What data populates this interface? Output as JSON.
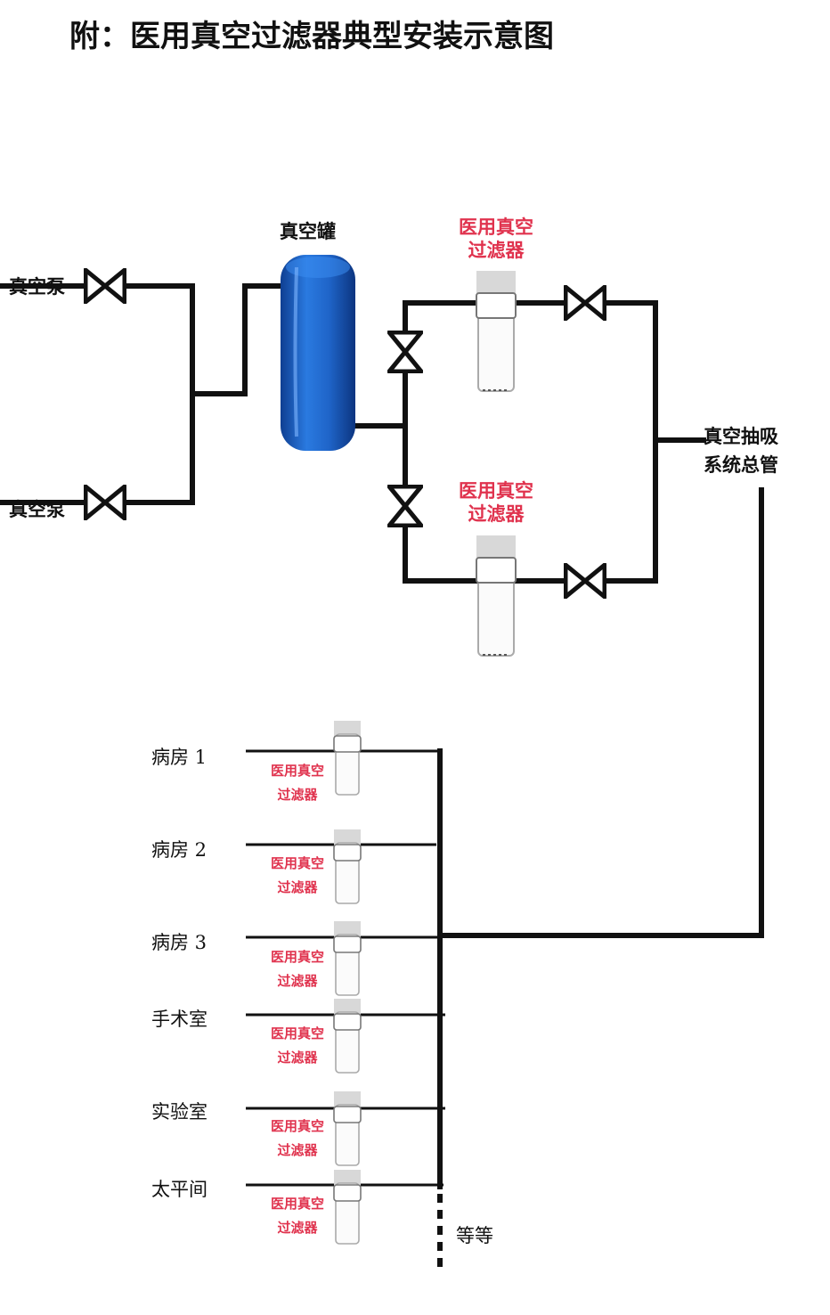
{
  "title": "附：医用真空过滤器典型安装示意图",
  "labels": {
    "pump_top": "真空泵",
    "pump_bottom": "真空泵",
    "tank": "真空罐",
    "header_pipe_line1": "真空抽吸",
    "header_pipe_line2": "系统总管",
    "etc": "等等"
  },
  "filter_label": {
    "line1": "医用真空",
    "line2": "过滤器"
  },
  "main_filters": [
    {
      "line1": "医用真空",
      "line2": "过滤器"
    },
    {
      "line1": "医用真空",
      "line2": "过滤器"
    }
  ],
  "branches": [
    {
      "room": "病房 1",
      "filter_line1": "医用真空",
      "filter_line2": "过滤器"
    },
    {
      "room": "病房 2",
      "filter_line1": "医用真空",
      "filter_line2": "过滤器"
    },
    {
      "room": "病房 3",
      "filter_line1": "医用真空",
      "filter_line2": "过滤器"
    },
    {
      "room": "手术室",
      "filter_line1": "医用真空",
      "filter_line2": "过滤器"
    },
    {
      "room": "实验室",
      "filter_line1": "医用真空",
      "filter_line2": "过滤器"
    },
    {
      "room": "太平间",
      "filter_line1": "医用真空",
      "filter_line2": "过滤器"
    }
  ],
  "colors": {
    "pipe": "#111111",
    "tank": "#1f64c8",
    "filter_label": "#e0334e",
    "filter_body": "#d8d8d8"
  }
}
